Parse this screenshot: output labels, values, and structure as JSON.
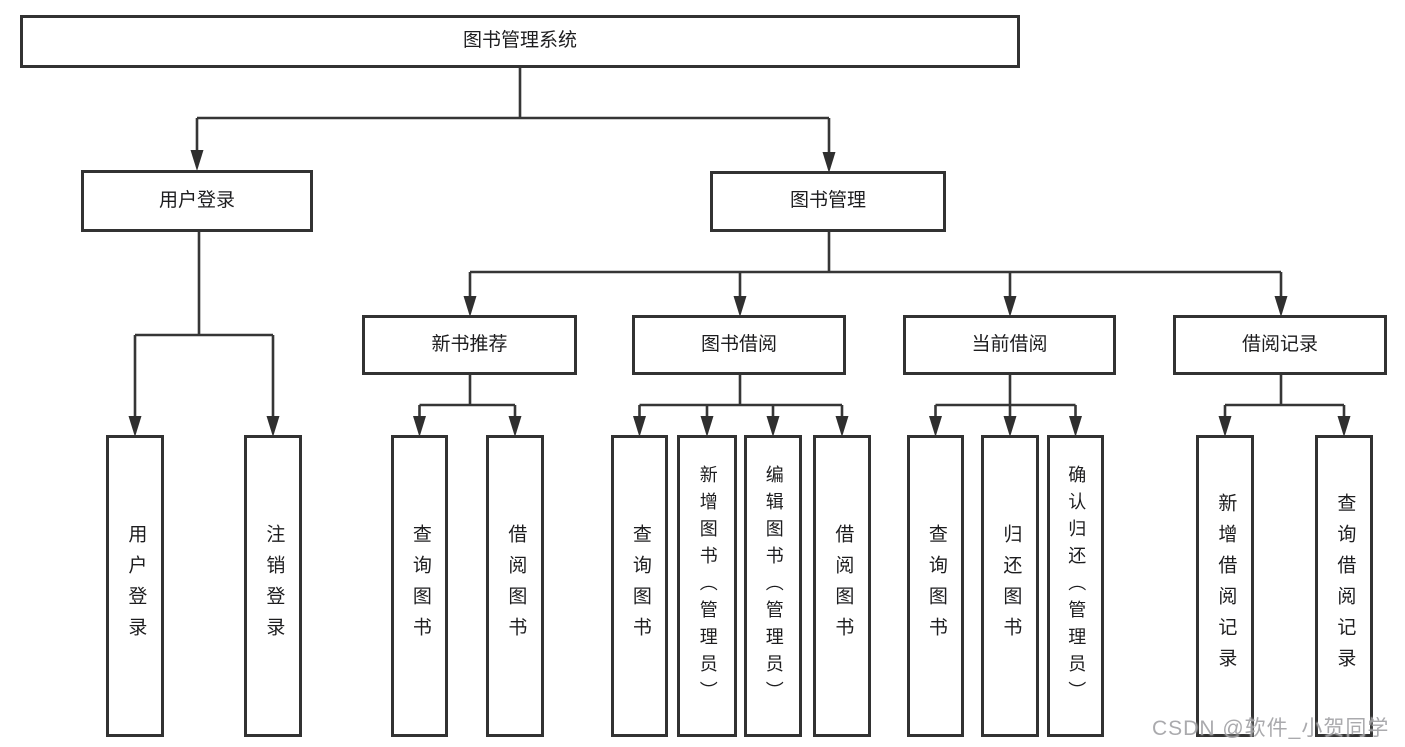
{
  "tree": {
    "label": "图书管理系统",
    "children": [
      {
        "label": "用户登录",
        "children": [
          {
            "label": "用户登录"
          },
          {
            "label": "注销登录"
          }
        ]
      },
      {
        "label": "图书管理",
        "children": [
          {
            "label": "新书推荐",
            "children": [
              {
                "label": "查询图书"
              },
              {
                "label": "借阅图书"
              }
            ]
          },
          {
            "label": "图书借阅",
            "children": [
              {
                "label": "查询图书"
              },
              {
                "label": "新增图书（管理员）"
              },
              {
                "label": "编辑图书（管理员）"
              },
              {
                "label": "借阅图书"
              }
            ]
          },
          {
            "label": "当前借阅",
            "children": [
              {
                "label": "查询图书"
              },
              {
                "label": "归还图书"
              },
              {
                "label": "确认归还（管理员）"
              }
            ]
          },
          {
            "label": "借阅记录",
            "children": [
              {
                "label": "新增借阅记录"
              },
              {
                "label": "查询借阅记录"
              }
            ]
          }
        ]
      }
    ]
  },
  "watermark": {
    "text": "CSDN @软件_小贺同学"
  },
  "colors": {
    "line": "#363636",
    "box_border": "#323232",
    "box_fill": "#ffffff",
    "text": "#1d1d1f",
    "watermark": "#a3a3a7"
  }
}
